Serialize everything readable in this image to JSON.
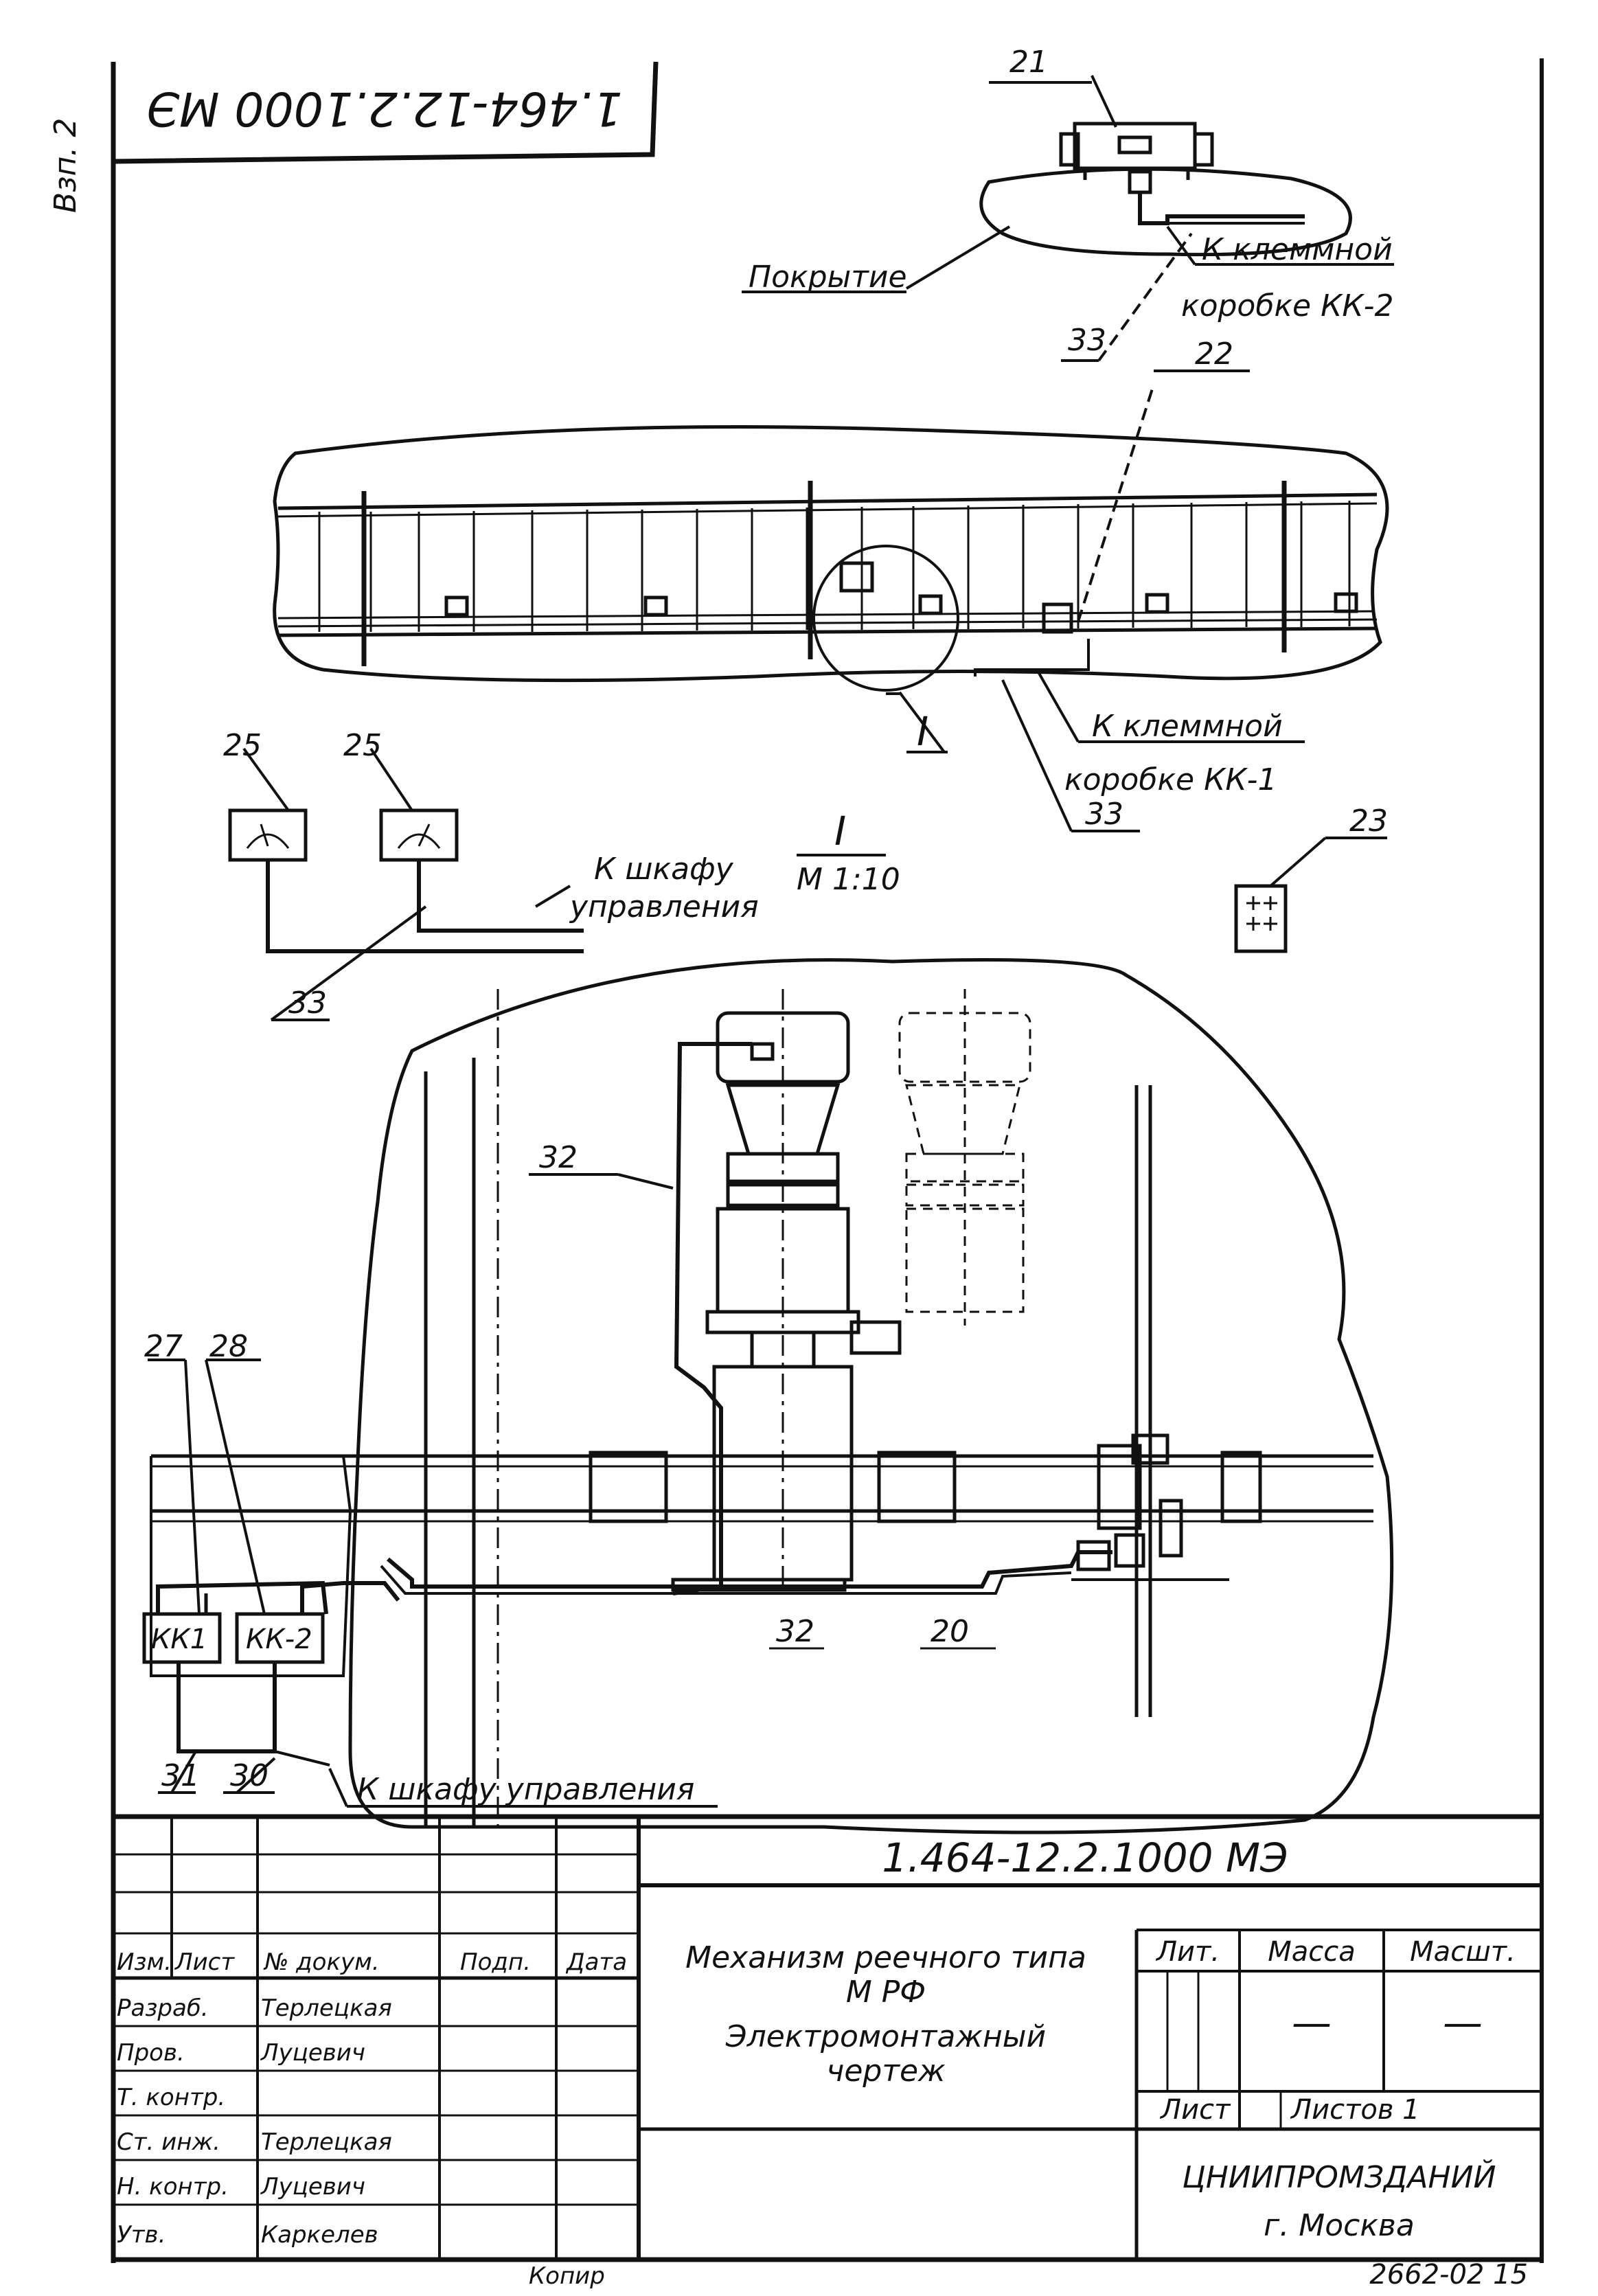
{
  "sheet": {
    "margin_note": "Взп. 2",
    "stamp_code_mirrored": "1.464-12.2.1000 МЭ",
    "footer_left": "Копир",
    "footer_right": "2662-02 15"
  },
  "detail_top": {
    "callout_top": "21",
    "label_roof": "Покрытие",
    "label_box_line1": "К клеммной",
    "label_box_line2": "коробке КК-2",
    "callout_cable": "33"
  },
  "elevation": {
    "callout_22": "22",
    "callout_node": "I",
    "label_box_line1": "К клеммной",
    "label_box_line2": "коробке КК-1",
    "callout_cable": "33"
  },
  "instruments": {
    "callout_25a": "25",
    "callout_25b": "25",
    "label_cabinet_line1": "К шкафу",
    "label_cabinet_line2": "управления",
    "callout_cable": "33",
    "callout_23": "23",
    "node_title": "I",
    "node_scale": "М 1:10"
  },
  "node_detail": {
    "callout_32a": "32",
    "callout_27": "27",
    "callout_28": "28",
    "box_kk1": "КК1",
    "box_kk2": "КК-2",
    "callout_32b": "32",
    "callout_20": "20",
    "callout_31": "31",
    "callout_30": "30",
    "label_cabinet": "К шкафу управления"
  },
  "title_block": {
    "doc_code": "1.464-12.2.1000 МЭ",
    "title_line1": "Механизм реечного типа",
    "title_line2": "М РФ",
    "title_line3": "Электромонтажный",
    "title_line4": "чертеж",
    "head_lit": "Лит.",
    "head_mass": "Масса",
    "head_scale": "Масшт.",
    "mass_value": "—",
    "scale_value": "—",
    "sheet_label": "Лист",
    "sheets_label": "Листов 1",
    "org_line1": "ЦНИИПРОМЗДАНИЙ",
    "org_line2": "г. Москва",
    "col_izm": "Изм.",
    "col_list": "Лист",
    "col_doc": "№ докум.",
    "col_sign": "Подп.",
    "col_date": "Дата",
    "roles": [
      {
        "role": "Разраб.",
        "name": "Терлецкая"
      },
      {
        "role": "Пров.",
        "name": "Луцевич"
      },
      {
        "role": "Т. контр.",
        "name": ""
      },
      {
        "role": "Ст. инж.",
        "name": "Терлецкая"
      },
      {
        "role": "Н. контр.",
        "name": "Луцевич"
      },
      {
        "role": "Утв.",
        "name": "Каркелев"
      }
    ]
  }
}
